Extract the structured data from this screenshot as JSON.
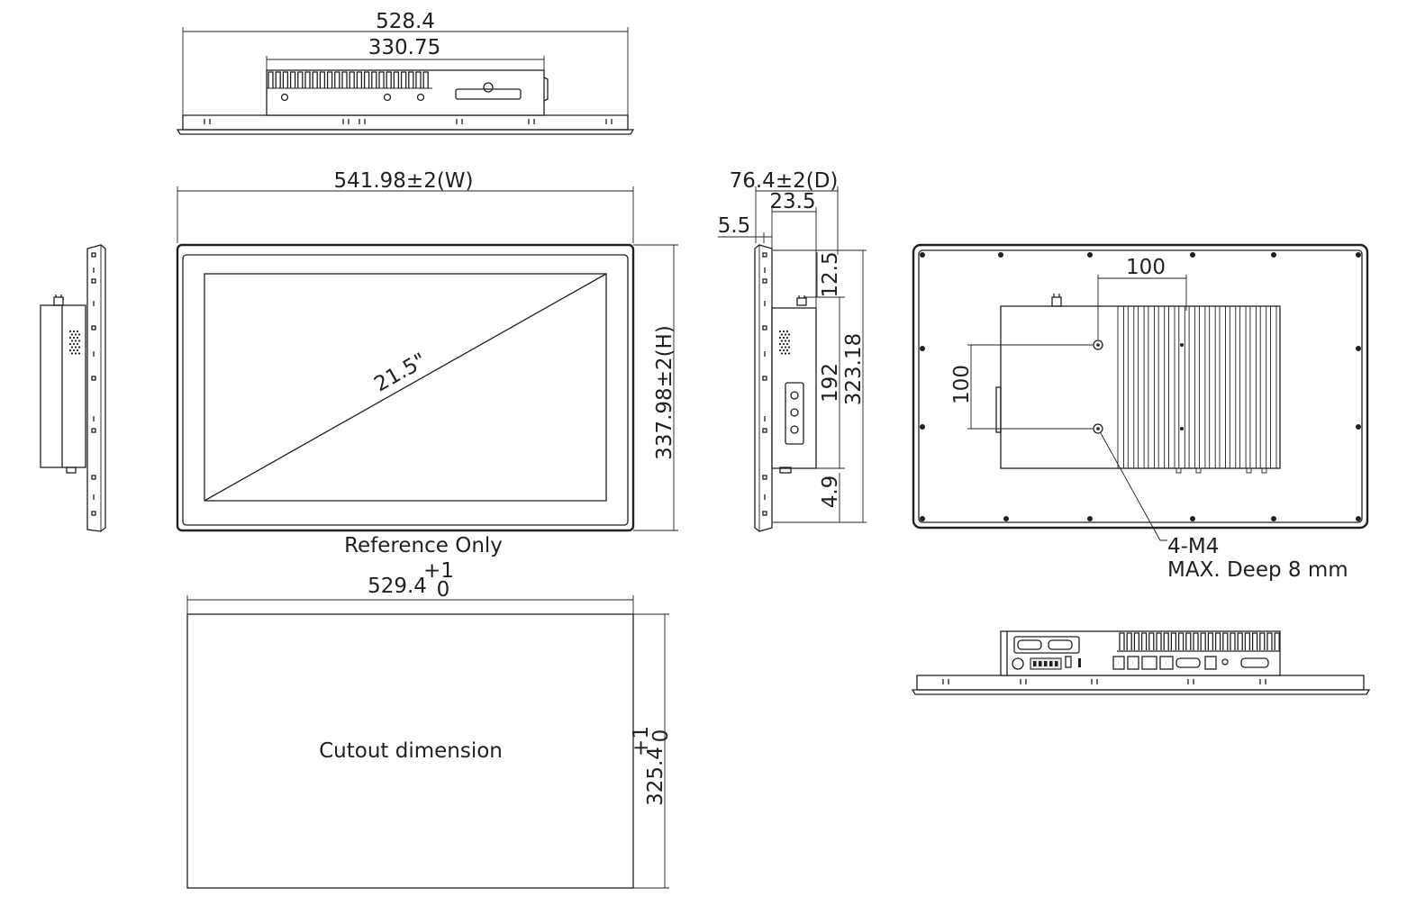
{
  "dims": {
    "top_outer_width": "528.4",
    "top_inner_width": "330.75",
    "front_width": "541.98±2(W)",
    "front_height": "337.98±2(H)",
    "screen_size": "21.5\"",
    "side_depth": "76.4±2(D)",
    "side_box_depth": "23.5",
    "side_bezel": "5.5",
    "side_top_offset": "12.5",
    "side_box_height": "192",
    "side_total_height": "323.18",
    "side_bottom_offset": "4.9",
    "vesa_horizontal": "100",
    "vesa_vertical": "100",
    "cutout_width": "529.4",
    "cutout_height": "325.4",
    "tol_plus": "+1",
    "tol_zero": "0"
  },
  "labels": {
    "reference": "Reference Only",
    "cutout": "Cutout dimension",
    "screw_spec": "4-M4",
    "screw_depth": "MAX. Deep 8 mm"
  }
}
